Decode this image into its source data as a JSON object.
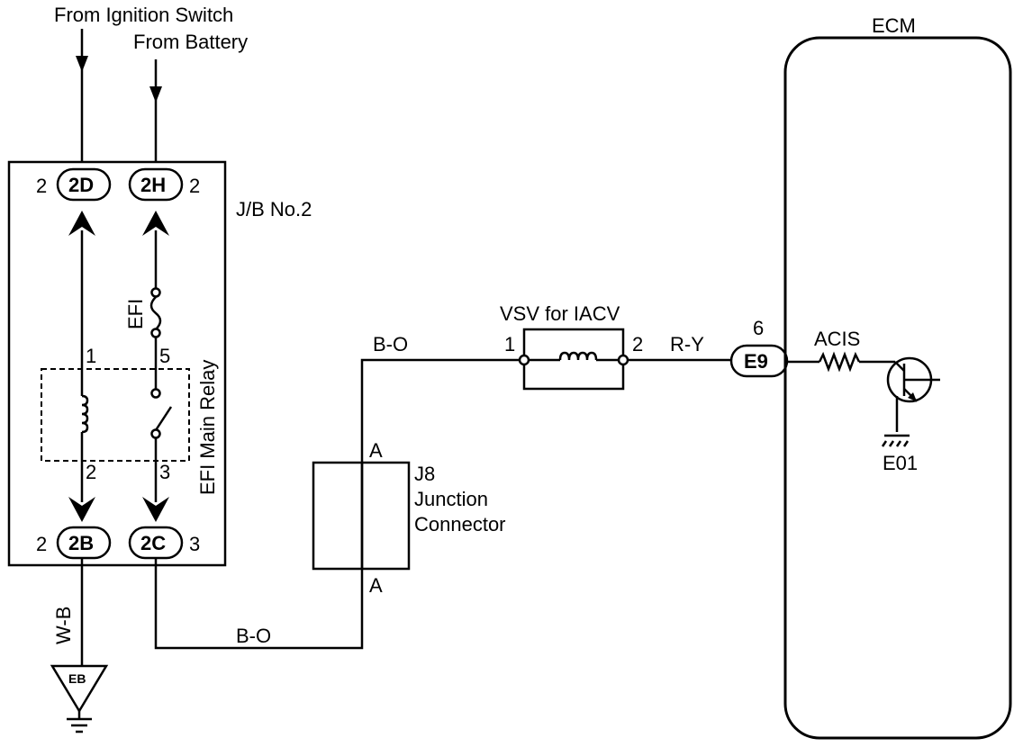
{
  "sources": {
    "ignition": "From Ignition Switch",
    "battery": "From Battery"
  },
  "jb": {
    "label": "J/B No.2",
    "connectors": [
      {
        "id": "2D",
        "pin": "2"
      },
      {
        "id": "2H",
        "pin": "2"
      },
      {
        "id": "2B",
        "pin": "2"
      },
      {
        "id": "2C",
        "pin": "3"
      }
    ]
  },
  "relay": {
    "label": "EFI Main Relay",
    "fuse": "EFI",
    "pins": {
      "coil_top": "1",
      "coil_bottom": "2",
      "switch_top": "5",
      "switch_bottom": "3"
    }
  },
  "ground": {
    "wire": "W-B",
    "point": "EB"
  },
  "junction": {
    "id": "J8",
    "name_line1": "Junction",
    "name_line2": "Connector",
    "pin_top": "A",
    "pin_bottom": "A"
  },
  "wires": {
    "b_o_top": "B-O",
    "b_o_bottom": "B-O",
    "r_y": "R-Y"
  },
  "vsv": {
    "label": "VSV for IACV",
    "pin1": "1",
    "pin2": "2"
  },
  "ecm": {
    "label": "ECM",
    "connector": "E9",
    "connector_pin": "6",
    "resistor": "ACIS",
    "ground": "E01"
  }
}
